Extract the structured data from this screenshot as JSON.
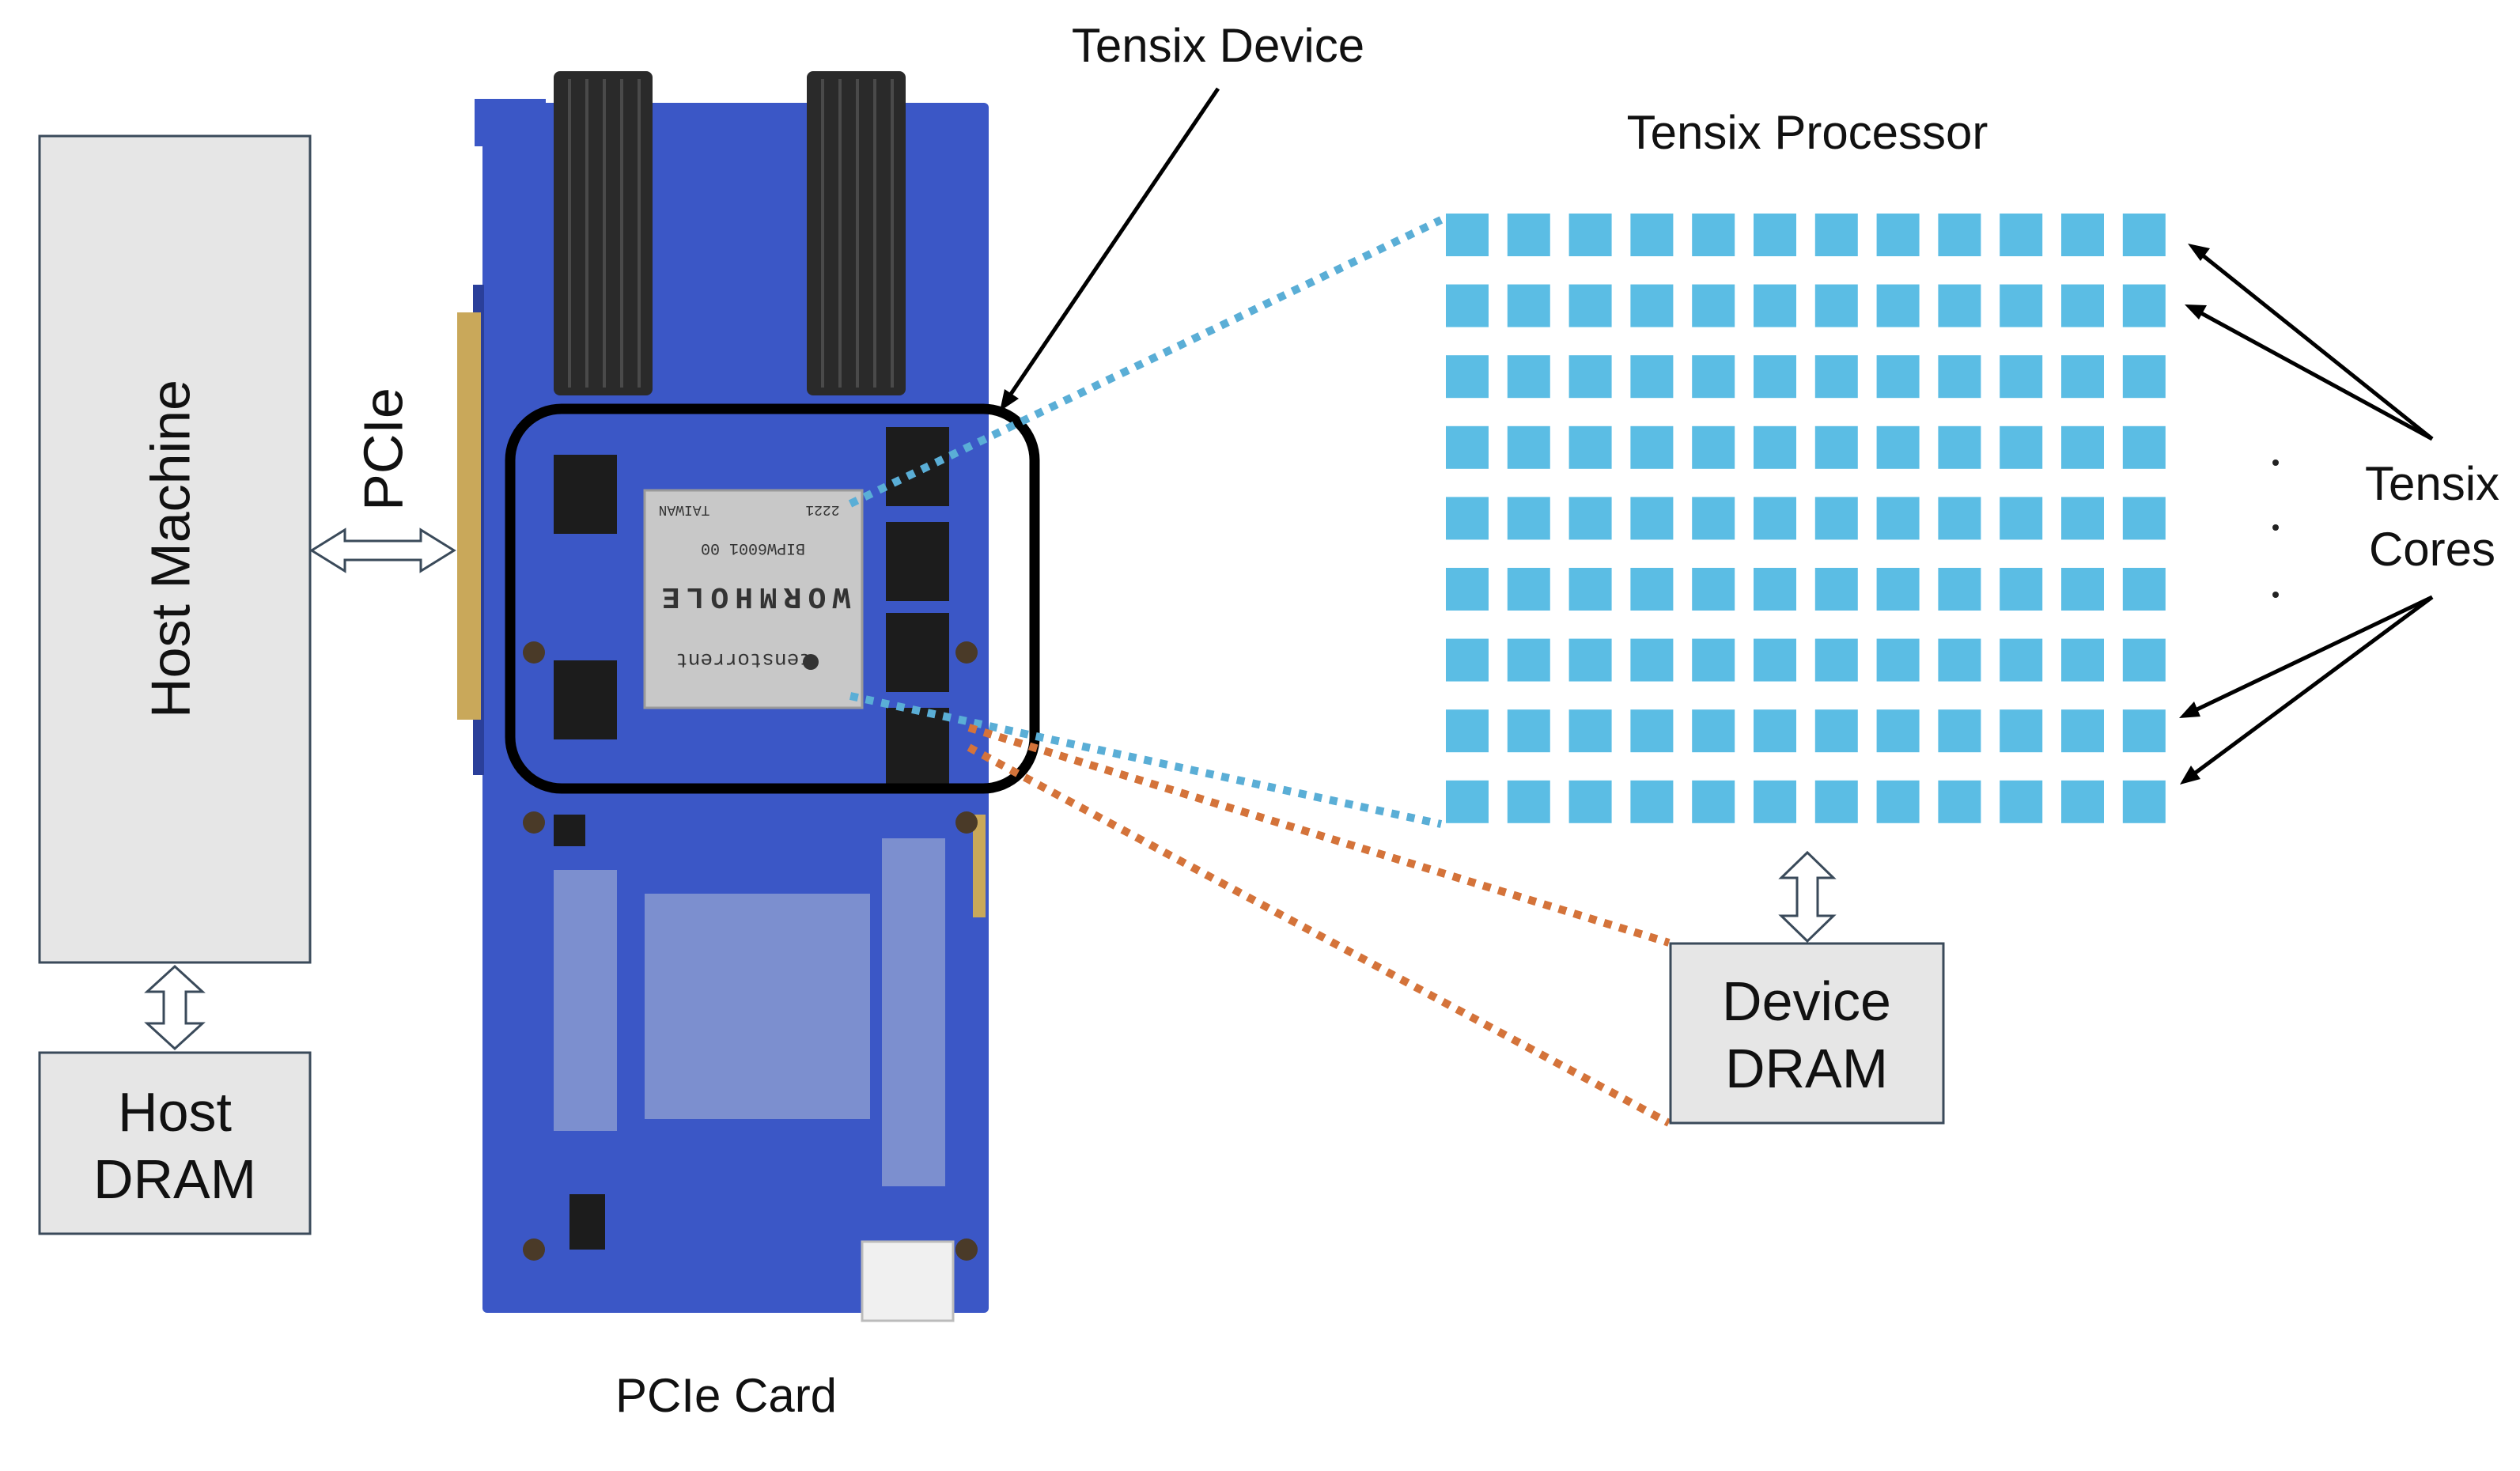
{
  "labels": {
    "tensix_device": "Tensix Device",
    "tensix_processor": "Tensix Processor",
    "host_machine": "Host Machine",
    "pcie": "PCIe",
    "host_dram_line1": "Host",
    "host_dram_line2": "DRAM",
    "pcie_card": "PCIe Card",
    "device_dram_line1": "Device",
    "device_dram_line2": "DRAM",
    "tensix_cores_line1": "Tensix",
    "tensix_cores_line2": "Cores"
  },
  "chip": {
    "brand_text": "WORMHOLE",
    "vendor_text": "tenstorrent",
    "part_text": "BIPW6001 00",
    "origin_text": "TAIWAN",
    "date_text": "2221"
  },
  "core_grid": {
    "rows": 9,
    "cols": 12
  },
  "colors": {
    "core": "#5bbde4",
    "pcb": "#3b57c6",
    "blue_dotted": "#5aaed6",
    "orange_dotted": "#d4733a",
    "box_fill": "#e6e6e6"
  }
}
